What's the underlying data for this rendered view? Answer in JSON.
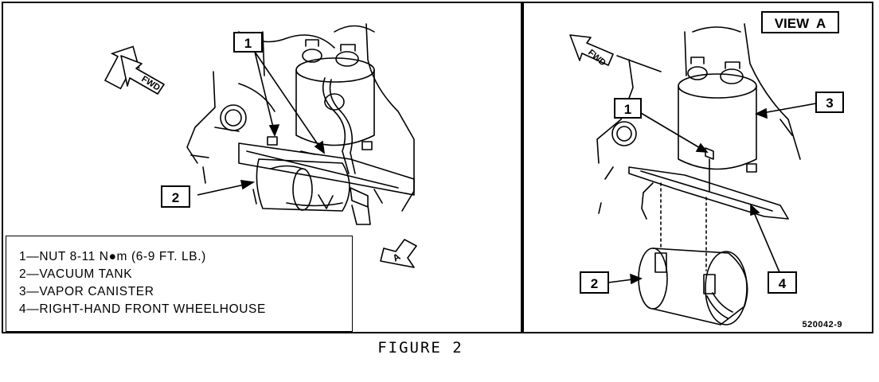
{
  "figure_caption": "FIGURE 2",
  "legend": {
    "items": [
      "1—NUT 8-11 N●m (6-9 FT. LB.)",
      "2—VACUUM TANK",
      "3—VAPOR CANISTER",
      "4—RIGHT-HAND FRONT WHEELHOUSE"
    ]
  },
  "left_panel": {
    "fwd_label": "FWD",
    "view_pointer_label": "A",
    "callouts": {
      "nut": "1",
      "vacuum_tank": "2"
    }
  },
  "right_panel": {
    "view_title": "VIEW  A",
    "fwd_label": "FWD",
    "callouts": {
      "nut": "1",
      "vacuum_tank": "2",
      "vapor_canister": "3",
      "wheelhouse": "4"
    },
    "part_number": "520042-9"
  }
}
